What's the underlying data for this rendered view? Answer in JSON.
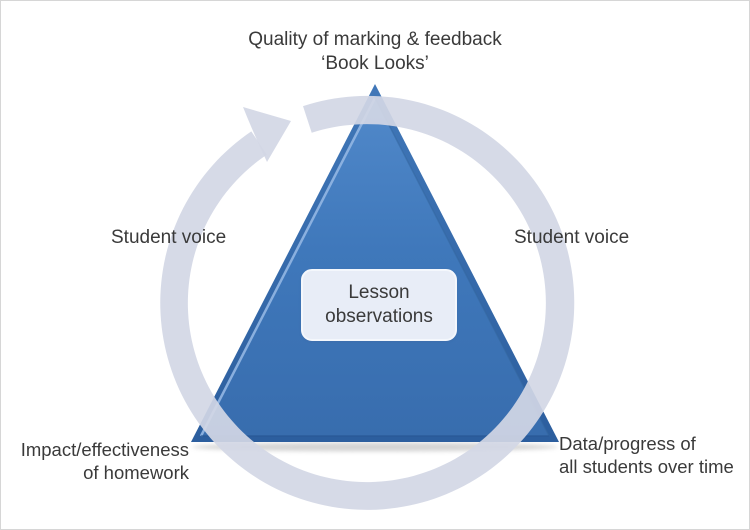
{
  "diagram": {
    "top_label": {
      "line1": "Quality of marking & feedback",
      "line2": "‘Book Looks’"
    },
    "labels": {
      "left_voice": "Student voice",
      "right_voice": "Student voice",
      "bottom_left_line1": "Impact/effectiveness",
      "bottom_left_line2": "of homework",
      "bottom_right_line1": "Data/progress of",
      "bottom_right_line2": "all students over time"
    },
    "center_box": {
      "line1": "Lesson",
      "line2": "observations"
    },
    "icons": {
      "cycle_arrow": "clockwise-circular-arrow",
      "pyramid": "blue-beveled-triangle"
    },
    "colors": {
      "text_color": "#3a3a3a",
      "ring_color": "#d3d7e5",
      "tri_top": "#5189ca",
      "tri_bottom": "#386dae",
      "tri_edge": "#2c5e9e",
      "box_fill": "#e8edf7"
    }
  }
}
